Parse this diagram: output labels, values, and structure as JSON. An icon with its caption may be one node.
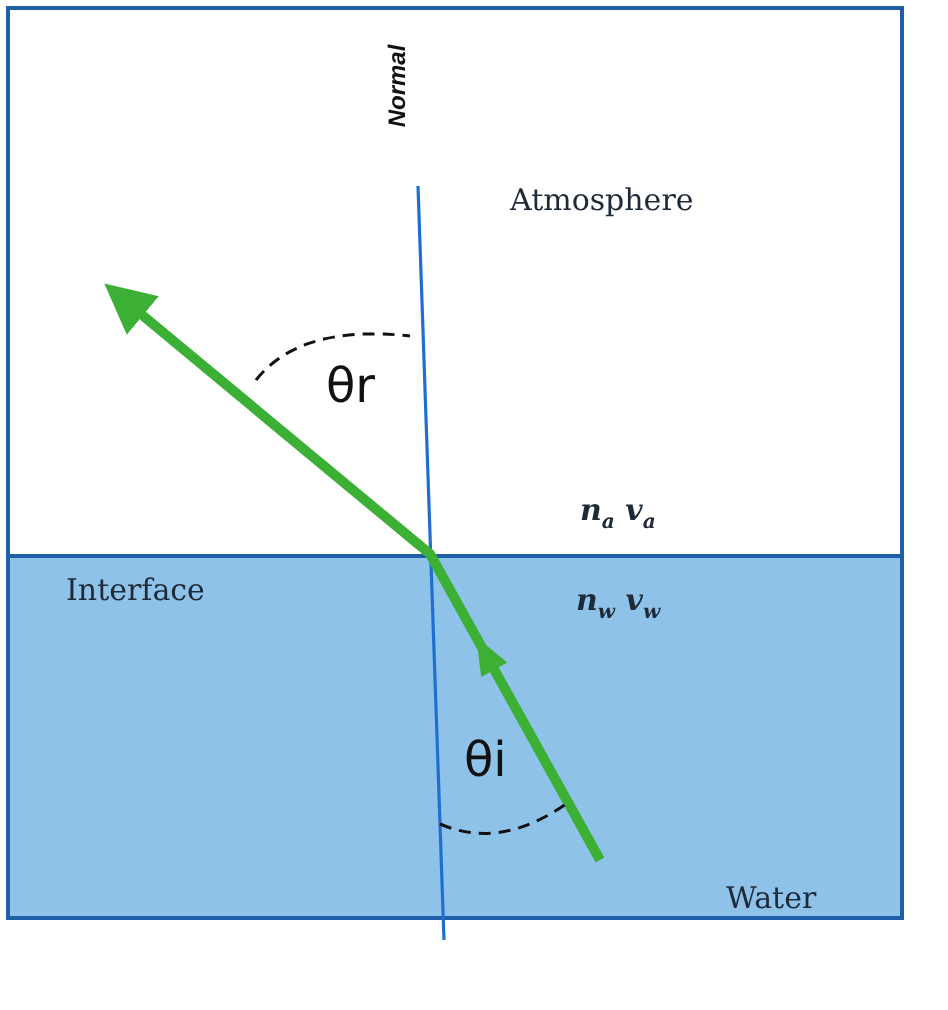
{
  "diagram": {
    "nodes": [
      {
        "text": [
          "Atmosphere",
          "n$_{a}$ v$_{a}$"
        ]
      },
      {
        "text": [
          "Interface",
          "n$_{w}$ v$_{w}$",
          "Water"
        ]
      }
    ],
    "edges": [
      {
        "from": 1,
        "to": 0,
        "arrow": "to"
      }
    ],
    "labels": [
      "Normal",
      "θr",
      "θi"
    ]
  }
}
